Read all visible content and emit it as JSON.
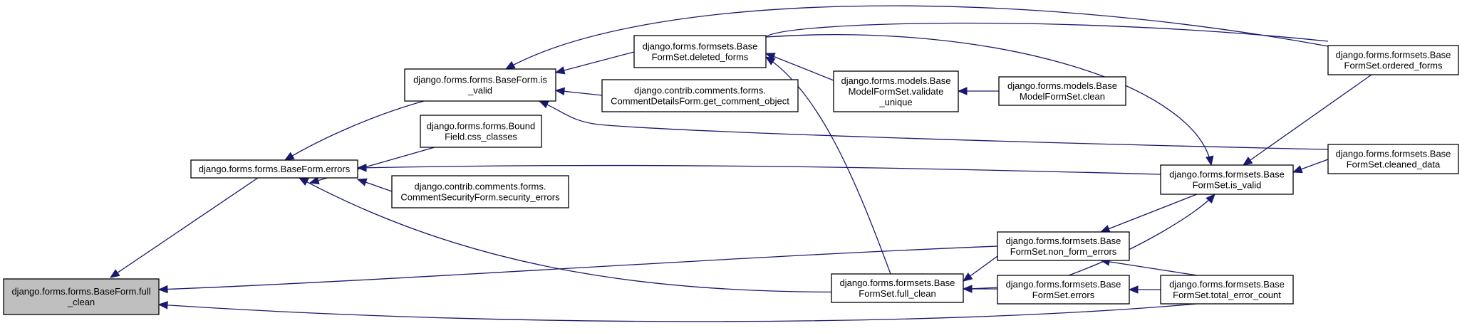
{
  "colors": {
    "edge": "#191970",
    "root_fill": "#bfbfbf",
    "node_fill": "#ffffff",
    "node_border": "#000000"
  },
  "nodes": {
    "full_clean": {
      "lines": [
        "django.forms.forms.BaseForm.full",
        "_clean"
      ],
      "root": true
    },
    "errors": {
      "lines": [
        "django.forms.forms.BaseForm.errors"
      ]
    },
    "is_valid": {
      "lines": [
        "django.forms.forms.BaseForm.is",
        "_valid"
      ]
    },
    "css_classes": {
      "lines": [
        "django.forms.forms.Bound",
        "Field.css_classes"
      ]
    },
    "security_errors": {
      "lines": [
        "django.contrib.comments.forms.",
        "CommentSecurityForm.security_errors"
      ]
    },
    "deleted_forms": {
      "lines": [
        "django.forms.formsets.Base",
        "FormSet.deleted_forms"
      ]
    },
    "get_comment_object": {
      "lines": [
        "django.contrib.comments.forms.",
        "CommentDetailsForm.get_comment_object"
      ]
    },
    "validate_unique": {
      "lines": [
        "django.forms.models.Base",
        "ModelFormSet.validate",
        "_unique"
      ]
    },
    "model_clean": {
      "lines": [
        "django.forms.models.Base",
        "ModelFormSet.clean"
      ]
    },
    "ordered_forms": {
      "lines": [
        "django.forms.formsets.Base",
        "FormSet.ordered_forms"
      ]
    },
    "cleaned_data": {
      "lines": [
        "django.forms.formsets.Base",
        "FormSet.cleaned_data"
      ]
    },
    "fs_is_valid": {
      "lines": [
        "django.forms.formsets.Base",
        "FormSet.is_valid"
      ]
    },
    "non_form_errors": {
      "lines": [
        "django.forms.formsets.Base",
        "FormSet.non_form_errors"
      ]
    },
    "fs_full_clean": {
      "lines": [
        "django.forms.formsets.Base",
        "FormSet.full_clean"
      ]
    },
    "fs_errors": {
      "lines": [
        "django.forms.formsets.Base",
        "FormSet.errors"
      ]
    },
    "total_error_count": {
      "lines": [
        "django.forms.formsets.Base",
        "FormSet.total_error_count"
      ]
    }
  }
}
